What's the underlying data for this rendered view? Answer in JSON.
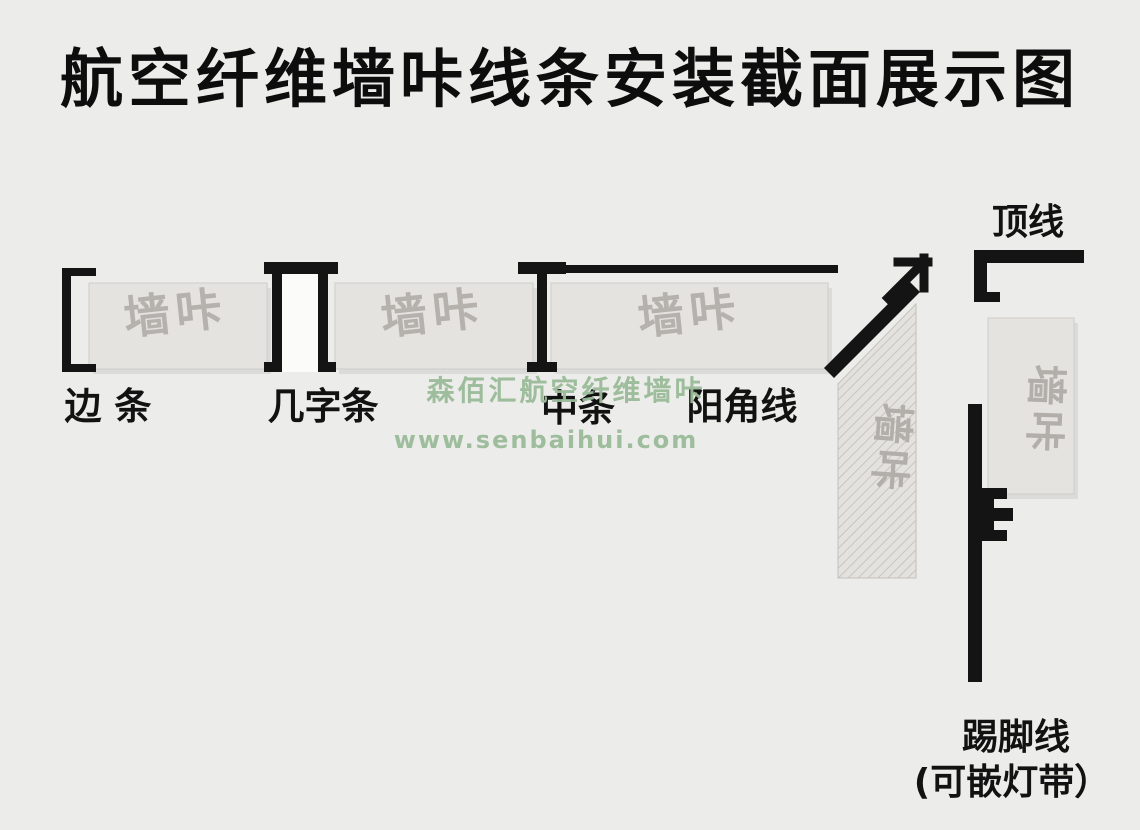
{
  "title": "航空纤维墙咔线条安装截面展示图",
  "diagram": {
    "panel_watermark": "墙咔",
    "labels": {
      "edge_strip": "边 条",
      "jizi_strip": "几字条",
      "middle_strip": "中条",
      "outer_corner": "阳角线",
      "crown": "顶线",
      "baseboard": "踢脚线",
      "baseboard_note": "(可嵌灯带）"
    }
  },
  "watermark": {
    "brand": "森佰汇航空纤维墙咔",
    "website": "www.senbaihui.com"
  },
  "colors": {
    "background": "#ececea",
    "panel_fill": "#e4e3e0",
    "panel_text": "#b5b2ad",
    "profile_black": "#141414",
    "watermark_green": "#9abb98",
    "label_text": "#121212"
  }
}
